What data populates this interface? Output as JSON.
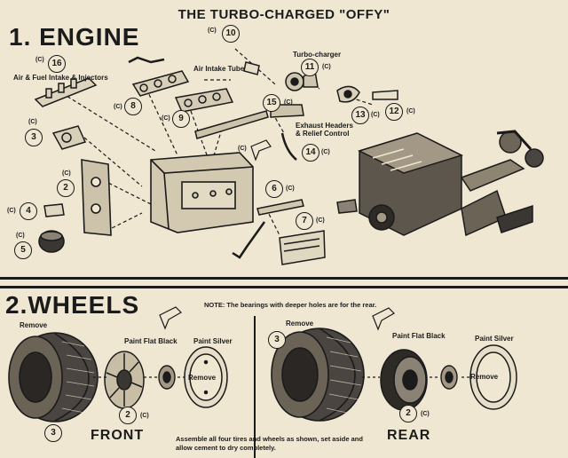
{
  "title": "THE TURBO-CHARGED \"OFFY\"",
  "engine": {
    "heading": "1. ENGINE",
    "callouts": [
      {
        "num": "16",
        "c": "(C)"
      },
      {
        "num": "10",
        "c": "(C)"
      },
      {
        "num": "11",
        "c": "(C)"
      },
      {
        "num": "8",
        "c": "(C)"
      },
      {
        "num": "9",
        "c": "(C)"
      },
      {
        "num": "15",
        "c": "(C)"
      },
      {
        "num": "13",
        "c": "(C)"
      },
      {
        "num": "12",
        "c": "(C)"
      },
      {
        "num": "3",
        "c": "(C)"
      },
      {
        "num": "14",
        "c": "(C)"
      },
      {
        "num": "2",
        "c": "(C)"
      },
      {
        "num": "6",
        "c": "(C)"
      },
      {
        "num": "4",
        "c": "(C)"
      },
      {
        "num": "7",
        "c": "(C)"
      },
      {
        "num": "5",
        "c": "(C)"
      }
    ],
    "labels": {
      "air_fuel": "Air & Fuel Intake & Injectors",
      "air_intake": "Air Intake Tube",
      "turbo": "Turbo-charger",
      "exhaust": "Exhaust Headers",
      "relief": "& Relief Control"
    }
  },
  "wheels": {
    "heading": "2.WHEELS",
    "note": "NOTE: The bearings with deeper holes are for the rear.",
    "front": {
      "remove_tire": "Remove",
      "paint_black": "Paint Flat Black",
      "paint_silver": "Paint Silver",
      "remove_hub": "Remove",
      "callout_tire": "3",
      "callout_hub": "2",
      "c": "(C)",
      "label": "FRONT"
    },
    "rear": {
      "remove_tire": "Remove",
      "paint_black": "Paint Flat Black",
      "paint_silver": "Paint Silver",
      "remove_hub": "Remove",
      "callout_tire": "3",
      "callout_hub": "2",
      "c": "(C)",
      "label": "REAR"
    },
    "assemble_line1": "Assemble all four tires and wheels as shown, set aside and",
    "assemble_line2": "allow cement to dry completely."
  }
}
